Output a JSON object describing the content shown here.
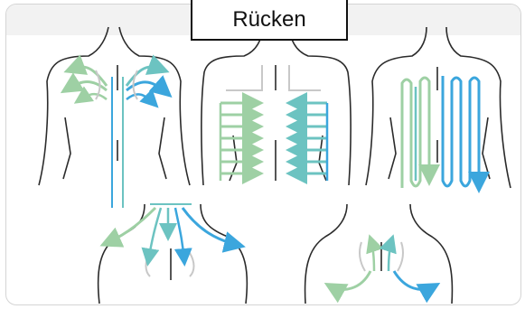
{
  "title": "Rücken",
  "colors": {
    "outline": "#2b2b2b",
    "spine": "#555555",
    "light_green": "#9ed0a4",
    "teal": "#6cc3c1",
    "blue": "#3ba6dd",
    "grey": "#c8c8c8",
    "header": "#f2f2f2"
  },
  "figures": [
    {
      "id": "back-fan-strokes"
    },
    {
      "id": "back-horizontal-strokes"
    },
    {
      "id": "back-vertical-zigzag"
    },
    {
      "id": "neck-shoulder-strokes"
    },
    {
      "id": "lower-neck-loops"
    }
  ]
}
